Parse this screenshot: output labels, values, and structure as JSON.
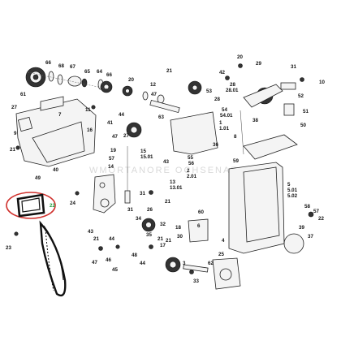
{
  "diagram": {
    "watermark": "WMORTANORE OCHSENARA",
    "highlight_color": "#d0312d",
    "highlight_label_color": "#1f9a3a",
    "callouts": {
      "c61": "61",
      "c66": "66",
      "c68": "68",
      "c67": "67",
      "c65": "65",
      "c64": "64",
      "c66b": "66",
      "c20": "20",
      "c12": "12",
      "c42": "42",
      "c20b": "20",
      "c29": "29",
      "c31": "31",
      "c10": "10",
      "c21a": "21",
      "c28": "28",
      "c28_01": "28.01",
      "c28b": "28",
      "c53": "53",
      "c52": "52",
      "c47a": "47",
      "c27a": "27",
      "c7": "7",
      "c11": "11",
      "c63": "63",
      "c54": "54",
      "c54_01": "54.01",
      "c1": "1",
      "c1_01": "1.01",
      "c51": "51",
      "c38": "38",
      "c50": "50",
      "c16": "16",
      "c44a": "44",
      "c41": "41",
      "c9": "9",
      "c47b": "47",
      "c27b": "27",
      "c15": "15",
      "c15_01": "15.01",
      "c8": "8",
      "c36": "36",
      "c21b": "21",
      "c19": "19",
      "c55": "55",
      "c56": "56",
      "c57": "57",
      "c2": "2",
      "c2_01": "2.01",
      "c59": "59",
      "c14": "14",
      "c43a": "43",
      "c40": "40",
      "c49": "49",
      "c13": "13",
      "c13_01": "13.01",
      "c5": "5",
      "c5_01": "5.01",
      "c5_02": "5.02",
      "c24": "24",
      "c22": "22",
      "c31b": "31",
      "c31c": "31",
      "c26": "26",
      "c21c": "21",
      "c23": "23",
      "c34": "34",
      "c32": "32",
      "c35": "35",
      "c33": "33",
      "c30": "30",
      "c21d": "21",
      "c21e": "21",
      "c44b": "44",
      "c43b": "43",
      "c47c": "47",
      "c46": "46",
      "c48": "48",
      "c45": "45",
      "c44c": "44",
      "c21f": "21",
      "c60": "60",
      "c62": "62",
      "c25": "25",
      "c39": "39",
      "c37": "37",
      "c57b": "57",
      "c58": "58",
      "c22b": "22",
      "c17": "17",
      "c3": "3",
      "c4": "4",
      "c6": "6",
      "c18": "18"
    }
  }
}
